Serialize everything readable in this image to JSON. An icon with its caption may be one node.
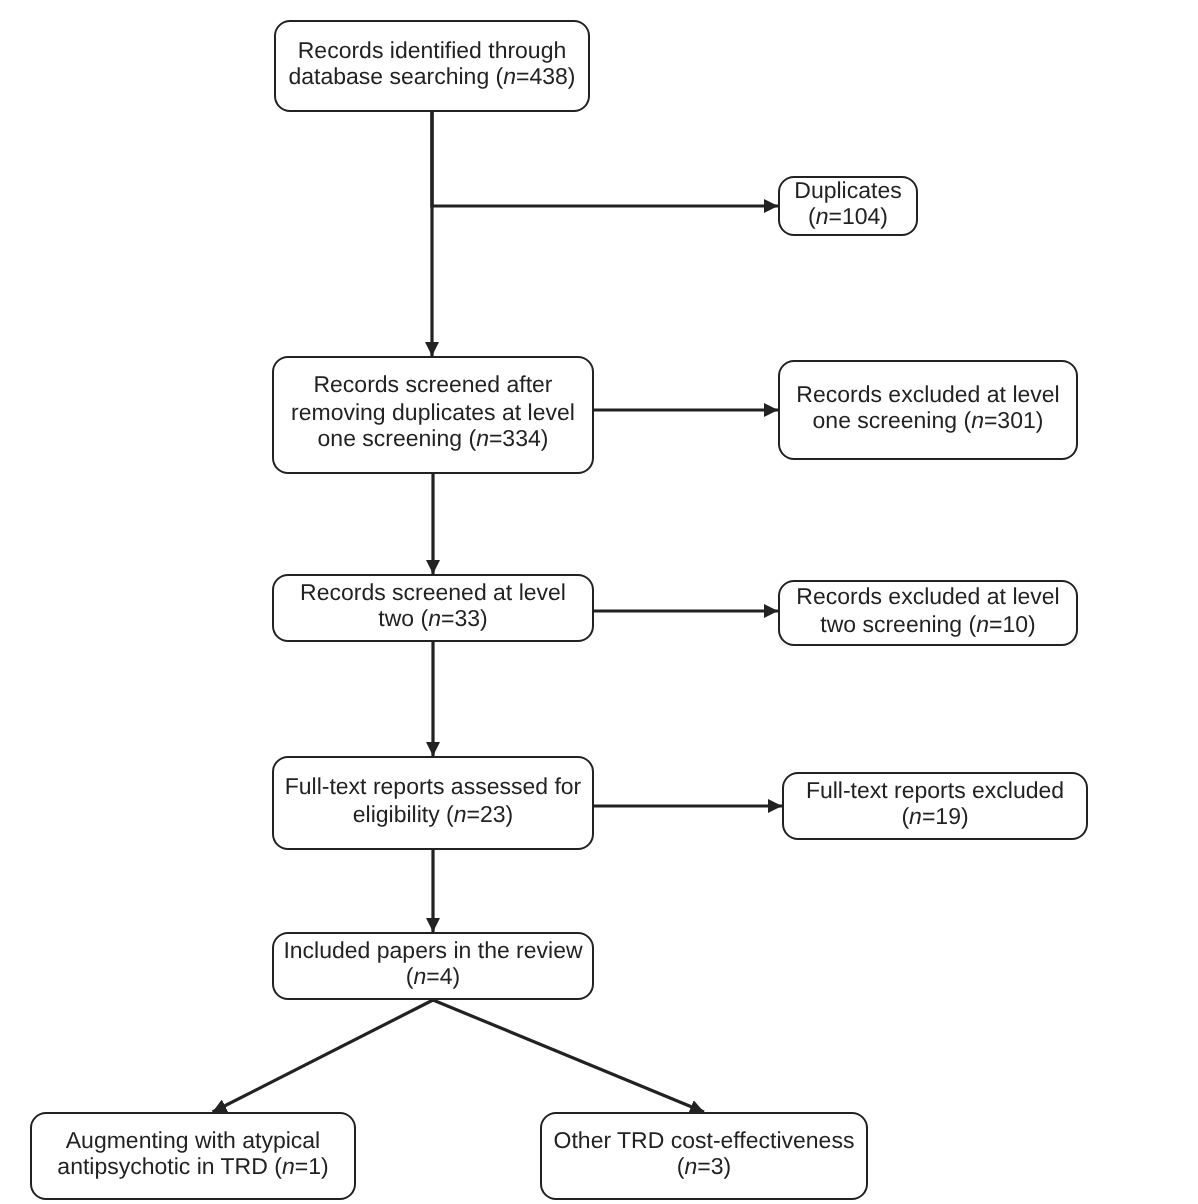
{
  "diagram": {
    "nodes": [
      {
        "text": [
          "Records identified through database searching (*n*=438)"
        ]
      },
      {
        "text": [
          "Duplicates (*n*=104)"
        ]
      },
      {
        "text": [
          "Records screened after removing duplicates at level one screening (*n*=334)"
        ]
      },
      {
        "text": [
          "Records excluded at level one screening (*n*=301)"
        ]
      },
      {
        "text": [
          "Records screened at level two (*n*=33)"
        ]
      },
      {
        "text": [
          "Records excluded at level two screening (*n*=10)"
        ]
      },
      {
        "text": [
          "Full-text reports assessed for eligibility (*n*=23)"
        ]
      },
      {
        "text": [
          "Full-text reports excluded (*n*=19)"
        ]
      },
      {
        "text": [
          "Included papers in the review (*n*=4)"
        ]
      },
      {
        "text": [
          "Augmenting with atypical antipsychotic in TRD (*n*=1)"
        ]
      },
      {
        "text": [
          "Other TRD cost-effectiveness (*n*=3)"
        ]
      }
    ],
    "edges": [
      {
        "from": 0,
        "to": 1,
        "arrow": "to"
      },
      {
        "from": 0,
        "to": 2,
        "arrow": "to"
      },
      {
        "from": 2,
        "to": 3,
        "arrow": "to"
      },
      {
        "from": 2,
        "to": 4,
        "arrow": "to"
      },
      {
        "from": 4,
        "to": 5,
        "arrow": "to"
      },
      {
        "from": 4,
        "to": 6,
        "arrow": "to"
      },
      {
        "from": 6,
        "to": 7,
        "arrow": "to"
      },
      {
        "from": 6,
        "to": 8,
        "arrow": "to"
      },
      {
        "from": 8,
        "to": 9,
        "arrow": "to"
      },
      {
        "from": 8,
        "to": 10,
        "arrow": "to"
      }
    ]
  }
}
